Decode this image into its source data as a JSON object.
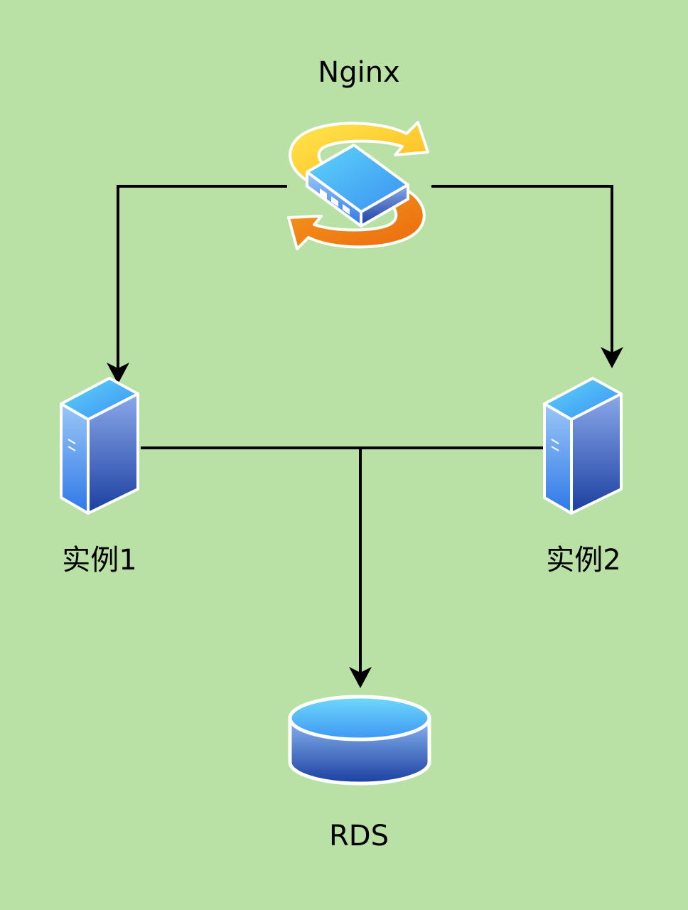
{
  "nodes": {
    "nginx": {
      "label": "Nginx",
      "icon": "load-balancer-icon"
    },
    "instance1": {
      "label": "实例1",
      "icon": "server-icon"
    },
    "instance2": {
      "label": "实例2",
      "icon": "server-icon"
    },
    "rds": {
      "label": "RDS",
      "icon": "database-icon"
    }
  },
  "edges": [
    {
      "from": "nginx",
      "to": "instance1",
      "directed": true
    },
    {
      "from": "nginx",
      "to": "instance2",
      "directed": true
    },
    {
      "from": "instance1",
      "to": "rds",
      "directed": true
    },
    {
      "from": "instance2",
      "to": "rds",
      "directed": true
    }
  ],
  "colors": {
    "background": "#b9e0a5",
    "line": "#000000",
    "icon_blue_light": "#5fc8f6",
    "icon_blue_dark": "#1b3fa0",
    "arrow_yellow": "#ffd21f",
    "arrow_orange": "#f07d12"
  }
}
